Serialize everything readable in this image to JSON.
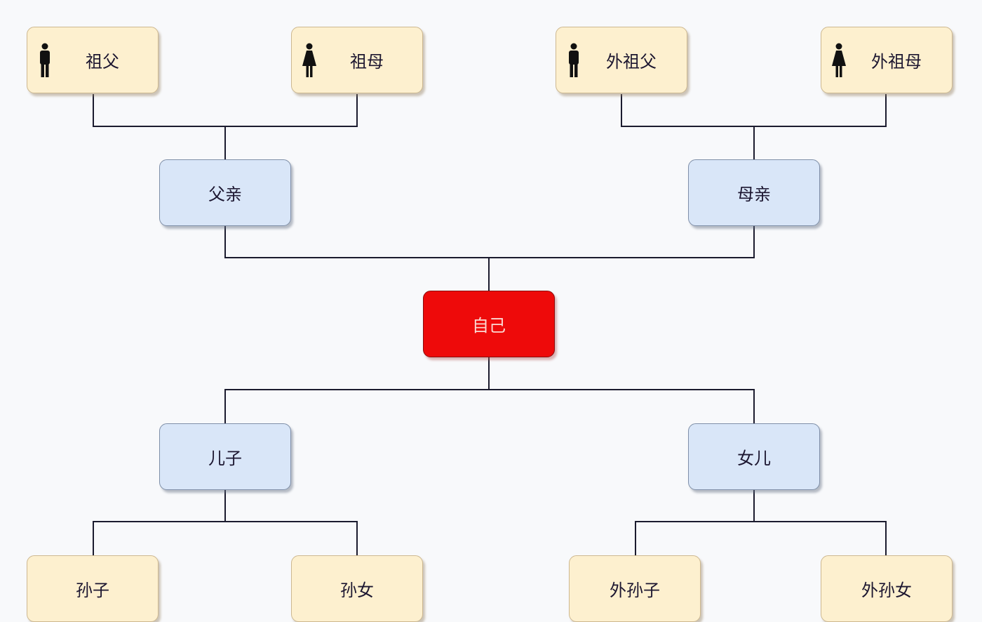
{
  "diagram": {
    "type": "family-tree",
    "colors": {
      "background": "#f8f9fb",
      "elder_fill": "#fdf0cf",
      "parent_fill": "#d9e6f8",
      "self_fill": "#ee0a0a",
      "connector": "#1b1b2e"
    },
    "nodes": {
      "grandfather": {
        "label": "祖父",
        "icon": "male-icon"
      },
      "grandmother": {
        "label": "祖母",
        "icon": "female-icon"
      },
      "maternal_grandfather": {
        "label": "外祖父",
        "icon": "male-icon"
      },
      "maternal_grandmother": {
        "label": "外祖母",
        "icon": "female-icon"
      },
      "father": {
        "label": "父亲"
      },
      "mother": {
        "label": "母亲"
      },
      "self": {
        "label": "自己"
      },
      "son": {
        "label": "儿子"
      },
      "daughter": {
        "label": "女儿"
      },
      "grandson": {
        "label": "孙子"
      },
      "granddaughter": {
        "label": "孙女"
      },
      "daughters_son": {
        "label": "外孙子"
      },
      "daughters_daughter": {
        "label": "外孙女"
      }
    },
    "edges": [
      [
        "grandfather",
        "father"
      ],
      [
        "grandmother",
        "father"
      ],
      [
        "maternal_grandfather",
        "mother"
      ],
      [
        "maternal_grandmother",
        "mother"
      ],
      [
        "father",
        "self"
      ],
      [
        "mother",
        "self"
      ],
      [
        "self",
        "son"
      ],
      [
        "self",
        "daughter"
      ],
      [
        "son",
        "grandson"
      ],
      [
        "son",
        "granddaughter"
      ],
      [
        "daughter",
        "daughters_son"
      ],
      [
        "daughter",
        "daughters_daughter"
      ]
    ]
  }
}
